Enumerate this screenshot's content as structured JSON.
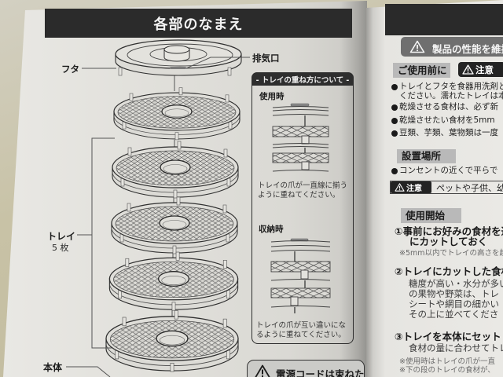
{
  "left_page": {
    "header": {
      "title": "各部のなまえ"
    },
    "part_labels": {
      "lid": "フタ",
      "vent": "排気口",
      "tray": "トレイ",
      "tray_count": "5 枚",
      "body": "本体"
    },
    "stacking_guide": {
      "title": "- トレイの重ね方について -",
      "in_use": {
        "heading": "使用時",
        "lines": [
          "トレイの爪が一直線に揃う",
          "ように重ねてください。"
        ]
      },
      "storage": {
        "heading": "収納時",
        "lines": [
          "トレイの爪が互い違いにな",
          "るように重ねてください。"
        ]
      }
    },
    "cord_warning": {
      "icon": "warning-icon",
      "text": "電源コードは束ねた"
    }
  },
  "right_page": {
    "warning_banner": {
      "icon": "warning-icon",
      "text": "製品の性能を維持"
    },
    "before_use": {
      "heading": "ご使用前に",
      "caution_badge": {
        "icon": "warning-icon",
        "label": "注意"
      },
      "bullets": [
        {
          "lines": [
            "トレイとフタを食器用洗剤と",
            "ください。濡れたトレイは本"
          ]
        },
        {
          "lines": [
            "乾燥させる食材は、必ず新"
          ]
        },
        {
          "lines": [
            "乾燥させたい食材を5mm"
          ]
        },
        {
          "lines": [
            "豆類、芋類、葉物類は一度"
          ]
        }
      ]
    },
    "installation": {
      "heading": "設置場所",
      "bullets": [
        {
          "lines": [
            "コンセントの近くで平らで"
          ]
        }
      ],
      "caution": {
        "icon": "warning-icon",
        "label": "注意",
        "text": "ペットや子供、幼"
      }
    },
    "start_use": {
      "heading": "使用開始",
      "steps": [
        {
          "number": "①",
          "title_lines": [
            "事前にお好みの食材を適",
            "にカットしておく"
          ],
          "body_lines": [],
          "notes": [
            "※5mm以内でトレイの高さを超"
          ]
        },
        {
          "number": "②",
          "title_lines": [
            "トレイにカットした食材を重"
          ],
          "body_lines": [
            "糖度が高い・水分が多い",
            "の果物や野菜は、トレ",
            "シートや網目の細かい",
            "その上に並べてくださ"
          ],
          "notes": []
        },
        {
          "number": "③",
          "title_lines": [
            "トレイを本体にセットし"
          ],
          "body_lines": [
            "食材の量に合わせてトレ"
          ],
          "notes": [
            "※使用時はトレイの爪が一直",
            "※下の段のトレイの食材が、"
          ]
        }
      ]
    }
  },
  "colors": {
    "header_band": "#2b2b2b",
    "paper": "#e0dfda",
    "label_gray": "#b9b9b9",
    "banner_gray": "#6f6f6f",
    "ink": "#1c1c1c",
    "countertop": "#c8c2a6"
  }
}
